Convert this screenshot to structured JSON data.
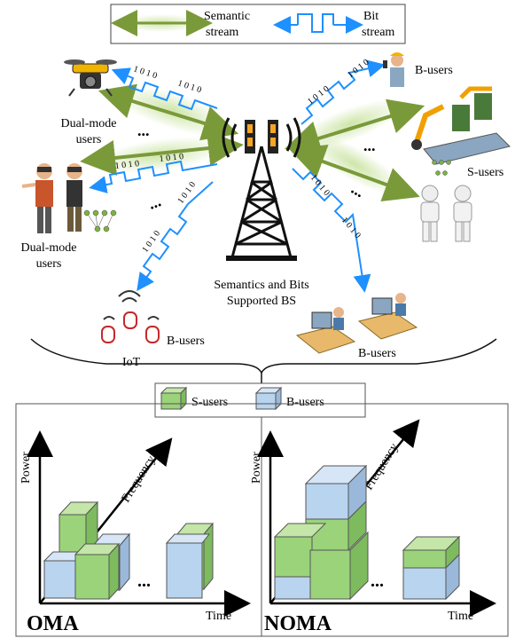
{
  "legend_top": {
    "semantic_line1": "Semantic",
    "semantic_line2": "stream",
    "bit_line1": "Bit",
    "bit_line2": "stream"
  },
  "labels": {
    "dual_mode_top_1": "Dual-mode",
    "dual_mode_top_2": "users",
    "dual_mode_left_1": "Dual-mode",
    "dual_mode_left_2": "users",
    "b_users_top": "B-users",
    "s_users": "S-users",
    "bs_line1": "Semantics and Bits",
    "bs_line2": "Supported BS",
    "iot_b_users": "B-users",
    "iot": "IoT",
    "b_users_desk": "B-users",
    "ellipsis": "..."
  },
  "bit_pattern": "1 0 1 0",
  "legend_bottom": {
    "s_users": "S-users",
    "b_users": "B-users"
  },
  "panels": {
    "oma": {
      "name": "OMA",
      "y_axis": "Power",
      "x_axis": "Time",
      "z_axis": "Frequency"
    },
    "noma": {
      "name": "NOMA",
      "y_axis": "Power",
      "x_axis": "Time",
      "z_axis": "Frequency"
    }
  },
  "colors": {
    "semantic_arrow": "#7a9a3a",
    "bit_arrow": "#1e90ff",
    "s_user_fill": "#9bd37a",
    "b_user_fill": "#b9d4ef",
    "glow": "#c9e3a0"
  }
}
